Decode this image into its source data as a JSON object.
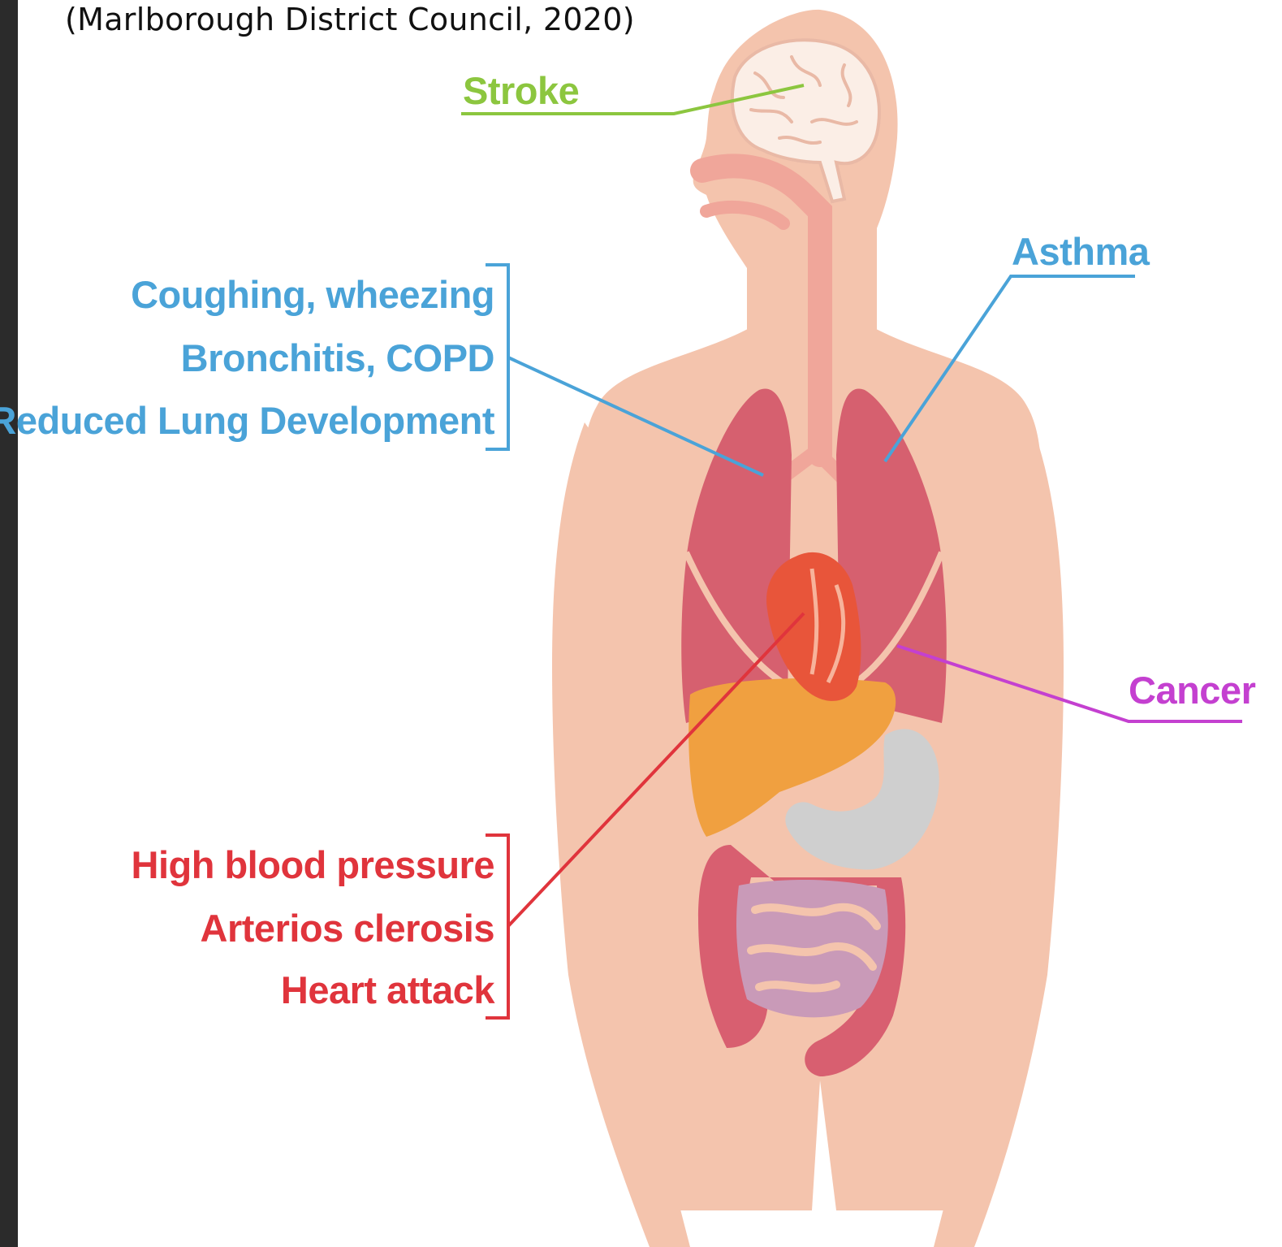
{
  "citation": "(Marlborough District Council, 2020)",
  "labels": {
    "stroke": "Stroke",
    "asthma": "Asthma",
    "cancer": "Cancer",
    "respiratory": [
      "Coughing, wheezing",
      "Bronchitis, COPD",
      "Reduced Lung Development"
    ],
    "cardio": [
      "High blood pressure",
      "Arterios clerosis",
      "Heart attack"
    ]
  },
  "colors": {
    "stroke": "#8cc63f",
    "respiratory": "#4aa3d8",
    "cancer": "#c440d0",
    "cardio": "#e0343c",
    "skin": "#f4c4ad",
    "lungs": "#d6606f",
    "liver": "#f0a040",
    "stomach": "#cfcfcf",
    "intestines": "#d85f70",
    "small_intestine": "#c99ab8",
    "heart": "#e8553a",
    "brain": "#fbeee6"
  },
  "icons": [
    "human-body-illustration",
    "brain-icon",
    "lungs-icon",
    "heart-icon",
    "liver-icon",
    "stomach-icon",
    "intestines-icon"
  ]
}
